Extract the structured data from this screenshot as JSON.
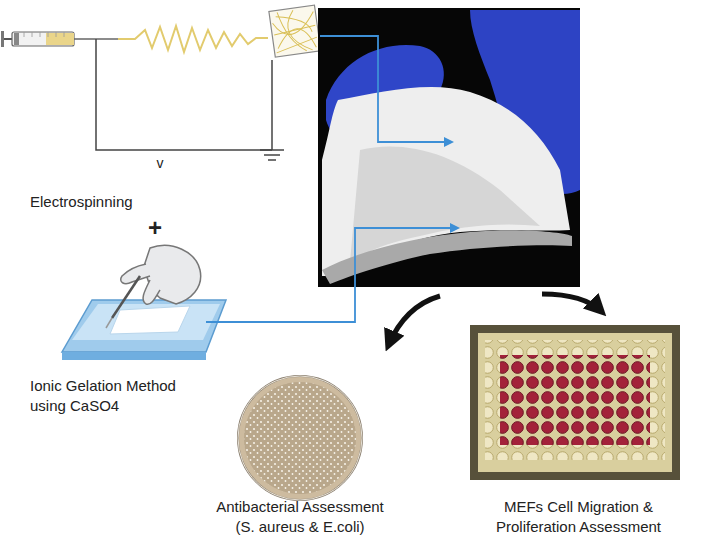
{
  "diagram": {
    "labels": [
      "Electrospinning",
      "v",
      "+",
      "Ionic Gelation Method using CaSO4",
      "Antibacterial Assessment",
      "(S. aureus & E.coli)",
      "MEFs Cell Migration & Proliferation Assessment"
    ]
  }
}
